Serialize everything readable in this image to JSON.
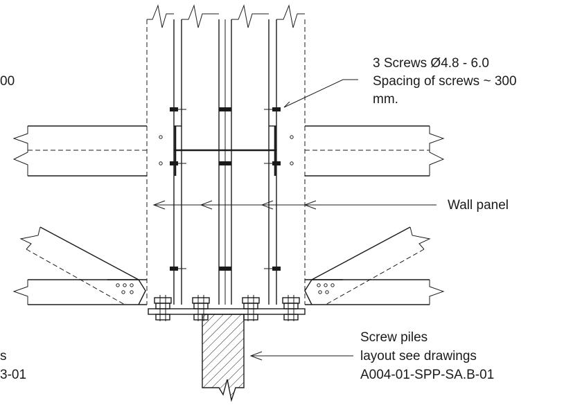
{
  "labels": {
    "screws_line1": "3 Screws Ø4.8 - 6.0",
    "screws_line2": "Spacing of screws ~ 300",
    "screws_line3": "mm.",
    "left_partial_top": "00",
    "wall_panel": "Wall panel",
    "piles_line1": "Screw piles",
    "piles_line2": "layout see drawings",
    "piles_line3": "A004-01-SPP-SA.B-01",
    "left_partial_bottom1": "s",
    "left_partial_bottom2": "3-01"
  },
  "colors": {
    "line": "#1a1a1a",
    "background": "#ffffff"
  }
}
